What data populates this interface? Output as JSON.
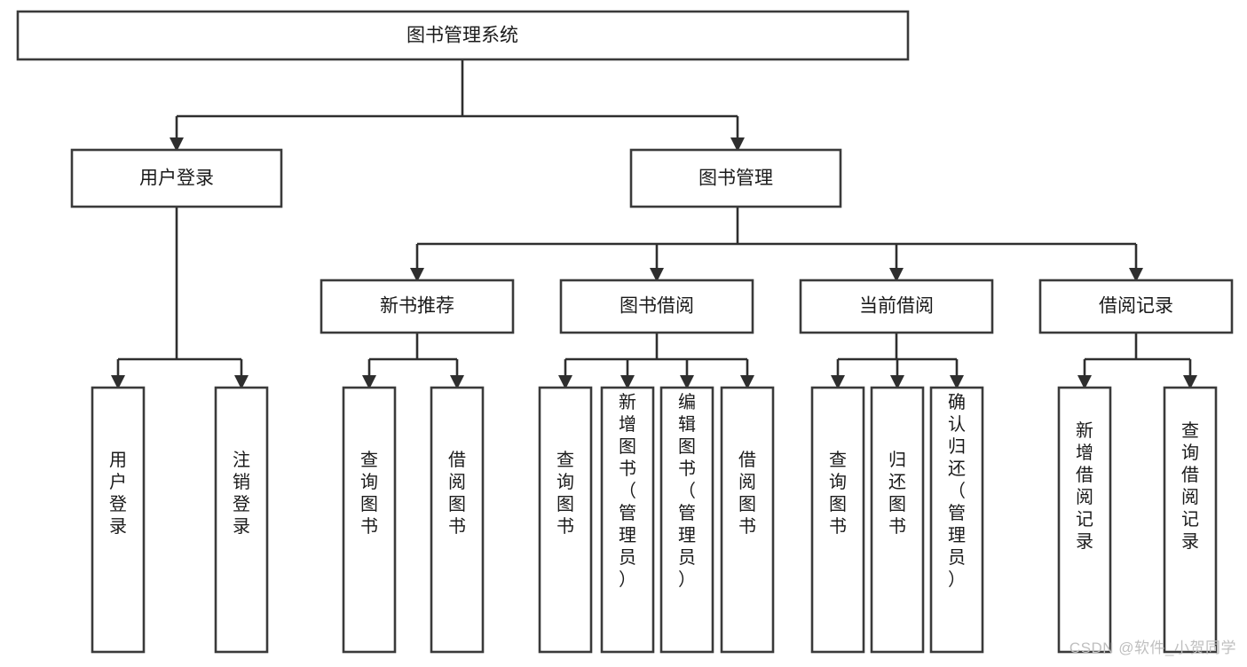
{
  "diagram": {
    "type": "tree-hierarchy",
    "title": "图书管理系统",
    "watermark": "CSDN @软件_小贺同学",
    "colors": {
      "box_border": "#3a3a3a",
      "box_fill": "#ffffff",
      "connector": "#2e2e2e",
      "text": "#1a1a1a",
      "watermark": "#bfbfbf",
      "background": "#ffffff"
    },
    "levels": {
      "root": {
        "label": "图书管理系统"
      },
      "level2": [
        {
          "label": "用户登录"
        },
        {
          "label": "图书管理"
        }
      ],
      "level3": [
        {
          "label": "新书推荐"
        },
        {
          "label": "图书借阅"
        },
        {
          "label": "当前借阅"
        },
        {
          "label": "借阅记录"
        }
      ],
      "leaves": {
        "user_login": [
          {
            "label": "用户登录"
          },
          {
            "label": "注销登录"
          }
        ],
        "new_book_recommend": [
          {
            "label": "查询图书"
          },
          {
            "label": "借阅图书"
          }
        ],
        "book_borrow": [
          {
            "label": "查询图书"
          },
          {
            "label": "新增图书（管理员）"
          },
          {
            "label": "编辑图书（管理员）"
          },
          {
            "label": "借阅图书"
          }
        ],
        "current_borrow": [
          {
            "label": "查询图书"
          },
          {
            "label": "归还图书"
          },
          {
            "label": "确认归还（管理员）"
          }
        ],
        "borrow_record": [
          {
            "label": "新增借阅记录"
          },
          {
            "label": "查询借阅记录"
          }
        ]
      }
    }
  }
}
